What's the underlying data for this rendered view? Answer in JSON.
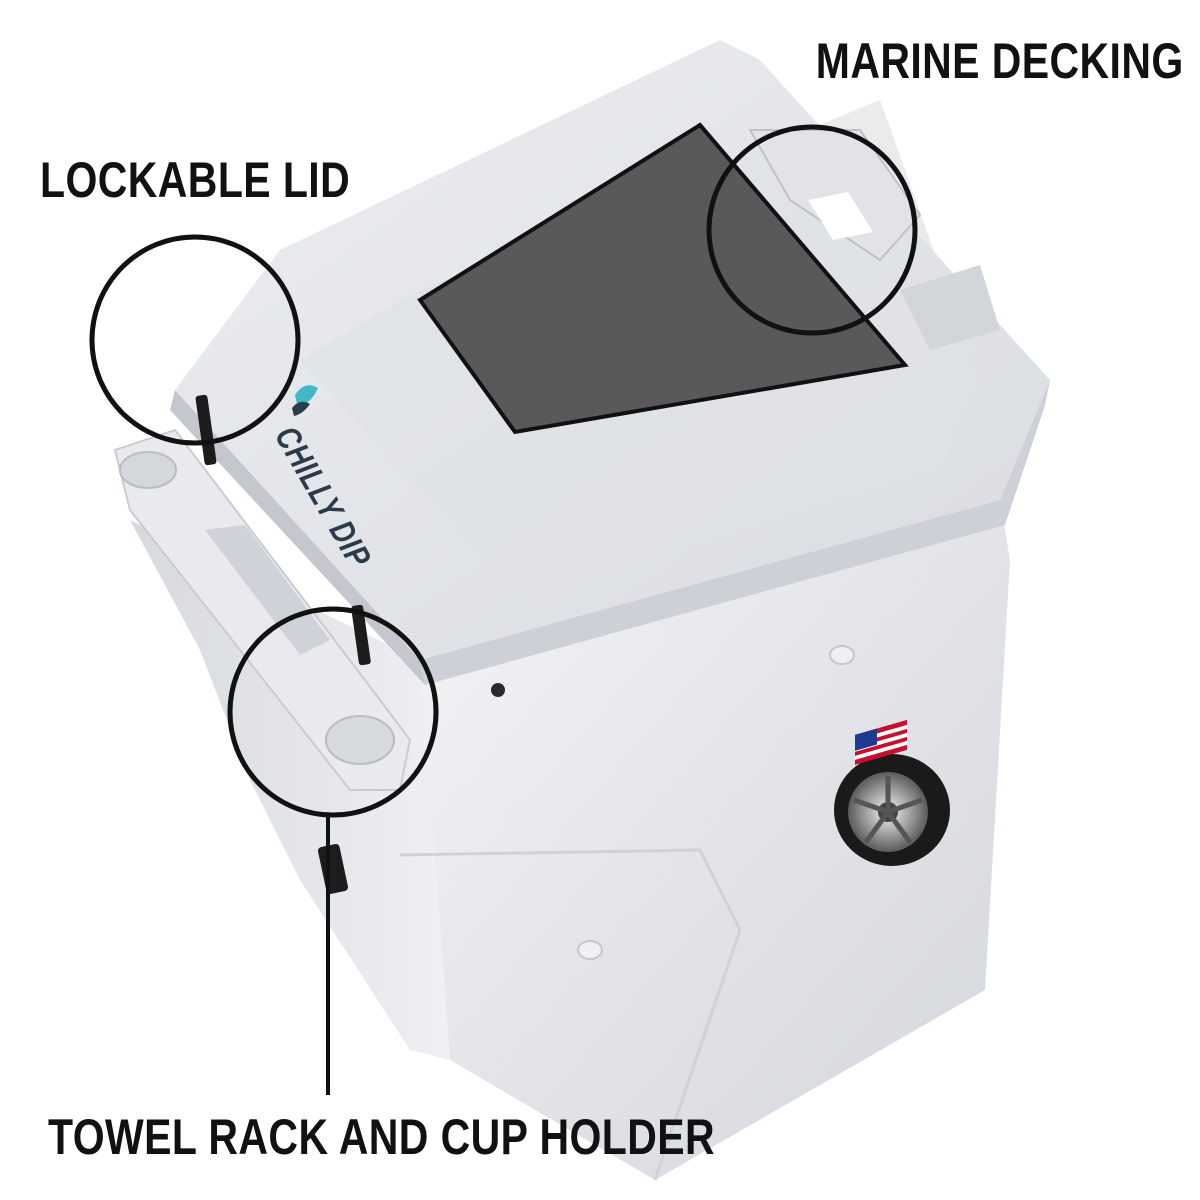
{
  "callouts": {
    "marine_decking": "MARINE DECKING",
    "lockable_lid": "LOCKABLE LID",
    "towel_rack": "TOWEL RACK AND CUP HOLDER"
  },
  "product": {
    "brand": "CHILLY DIP"
  },
  "colors": {
    "body": "#e4e6ea",
    "body_shadow": "#c8ccd3",
    "decking": "#5a585b",
    "outline": "#111111",
    "wheel": "#1a1a1a"
  }
}
